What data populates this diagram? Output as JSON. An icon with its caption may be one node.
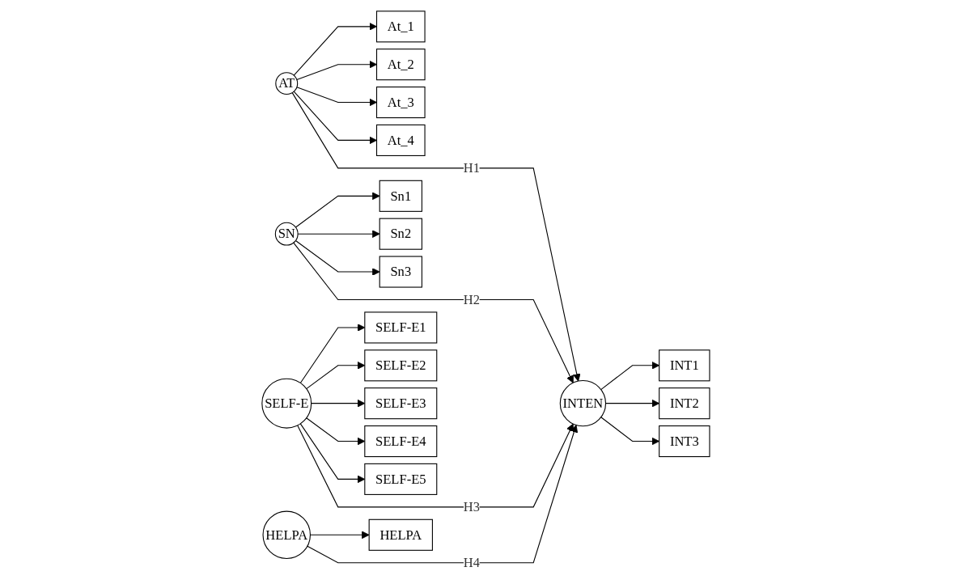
{
  "diagram": {
    "nodes": [
      {
        "text": [
          "At_1"
        ]
      },
      {
        "text": [
          "At_2"
        ]
      },
      {
        "text": [
          "At_3"
        ]
      },
      {
        "text": [
          "At_4"
        ]
      },
      {
        "text": [
          "AT"
        ]
      },
      {
        "text": [
          "Sn1"
        ]
      },
      {
        "text": [
          "Sn2"
        ]
      },
      {
        "text": [
          "Sn3"
        ]
      },
      {
        "text": [
          "SN"
        ]
      },
      {
        "text": [
          "SELF-E1"
        ]
      },
      {
        "text": [
          "SELF-E2"
        ]
      },
      {
        "text": [
          "SELF-E3"
        ]
      },
      {
        "text": [
          "SELF-E4"
        ]
      },
      {
        "text": [
          "SELF-E5"
        ]
      },
      {
        "text": [
          "SELF-E"
        ]
      },
      {
        "text": [
          "HELPA"
        ]
      },
      {
        "text": [
          "HELPA"
        ]
      },
      {
        "text": [
          "INTEN"
        ]
      },
      {
        "text": [
          "INT1"
        ]
      },
      {
        "text": [
          "INT2"
        ]
      },
      {
        "text": [
          "INT3"
        ]
      }
    ],
    "edges": [
      {
        "from": 4,
        "to": 0,
        "arrow": "to"
      },
      {
        "from": 4,
        "to": 1,
        "arrow": "to"
      },
      {
        "from": 4,
        "to": 2,
        "arrow": "to"
      },
      {
        "from": 4,
        "to": 3,
        "arrow": "to"
      },
      {
        "from": 8,
        "to": 5,
        "arrow": "to"
      },
      {
        "from": 8,
        "to": 6,
        "arrow": "to"
      },
      {
        "from": 8,
        "to": 7,
        "arrow": "to"
      },
      {
        "from": 14,
        "to": 9,
        "arrow": "to"
      },
      {
        "from": 14,
        "to": 10,
        "arrow": "to"
      },
      {
        "from": 14,
        "to": 11,
        "arrow": "to"
      },
      {
        "from": 14,
        "to": 12,
        "arrow": "to"
      },
      {
        "from": 14,
        "to": 13,
        "arrow": "to"
      },
      {
        "from": 16,
        "to": 15,
        "arrow": "to"
      },
      {
        "from": 4,
        "to": 17,
        "arrow": "to",
        "label": "H1"
      },
      {
        "from": 8,
        "to": 17,
        "arrow": "to",
        "label": "H2"
      },
      {
        "from": 14,
        "to": 17,
        "arrow": "to",
        "label": "H3"
      },
      {
        "from": 16,
        "to": 17,
        "arrow": "to",
        "label": "H4"
      },
      {
        "from": 17,
        "to": 18,
        "arrow": "to"
      },
      {
        "from": 17,
        "to": 19,
        "arrow": "to"
      },
      {
        "from": 17,
        "to": 20,
        "arrow": "to"
      }
    ]
  }
}
